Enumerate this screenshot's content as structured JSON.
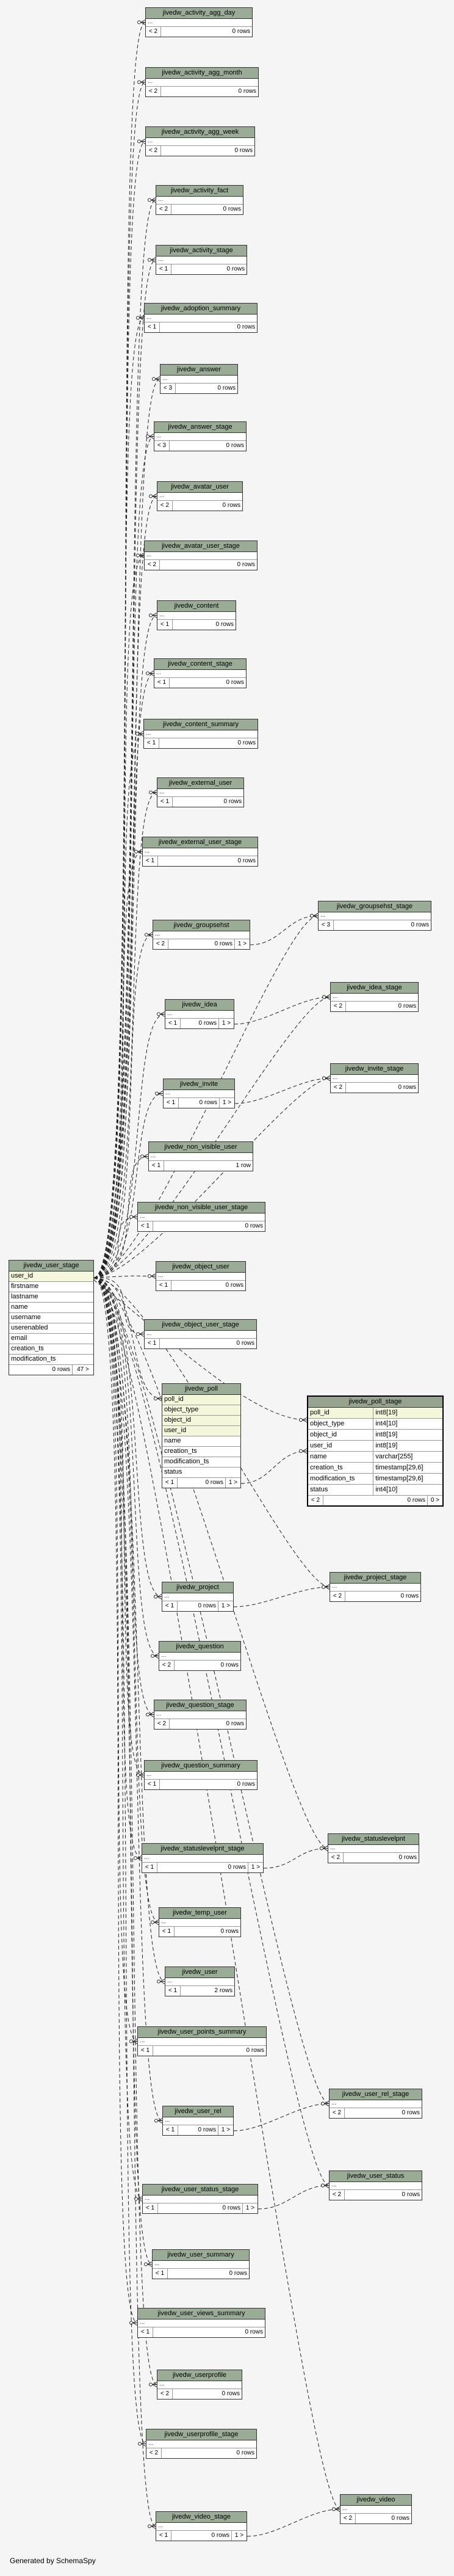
{
  "generated_by": "Generated by SchemaSpy",
  "tables": [
    {
      "id": "agg_day",
      "name": "jivedw_activity_agg_day",
      "parents": "< 2",
      "rows": "0 rows",
      "children": ""
    },
    {
      "id": "agg_month",
      "name": "jivedw_activity_agg_month",
      "parents": "< 2",
      "rows": "0 rows",
      "children": ""
    },
    {
      "id": "agg_week",
      "name": "jivedw_activity_agg_week",
      "parents": "< 2",
      "rows": "0 rows",
      "children": ""
    },
    {
      "id": "activity_fact",
      "name": "jivedw_activity_fact",
      "parents": "< 2",
      "rows": "0 rows",
      "children": ""
    },
    {
      "id": "activity_stage",
      "name": "jivedw_activity_stage",
      "parents": "< 1",
      "rows": "0 rows",
      "children": ""
    },
    {
      "id": "adoption_summary",
      "name": "jivedw_adoption_summary",
      "parents": "< 1",
      "rows": "0 rows",
      "children": ""
    },
    {
      "id": "answer",
      "name": "jivedw_answer",
      "parents": "< 3",
      "rows": "0 rows",
      "children": ""
    },
    {
      "id": "answer_stage",
      "name": "jivedw_answer_stage",
      "parents": "< 3",
      "rows": "0 rows",
      "children": ""
    },
    {
      "id": "avatar_user",
      "name": "jivedw_avatar_user",
      "parents": "< 2",
      "rows": "0 rows",
      "children": ""
    },
    {
      "id": "avatar_user_stage",
      "name": "jivedw_avatar_user_stage",
      "parents": "< 2",
      "rows": "0 rows",
      "children": ""
    },
    {
      "id": "content",
      "name": "jivedw_content",
      "parents": "< 1",
      "rows": "0 rows",
      "children": ""
    },
    {
      "id": "content_stage",
      "name": "jivedw_content_stage",
      "parents": "< 1",
      "rows": "0 rows",
      "children": ""
    },
    {
      "id": "content_summary",
      "name": "jivedw_content_summary",
      "parents": "< 1",
      "rows": "0 rows",
      "children": ""
    },
    {
      "id": "external_user",
      "name": "jivedw_external_user",
      "parents": "< 1",
      "rows": "0 rows",
      "children": ""
    },
    {
      "id": "external_user_stage",
      "name": "jivedw_external_user_stage",
      "parents": "< 1",
      "rows": "0 rows",
      "children": ""
    },
    {
      "id": "groupsehst",
      "name": "jivedw_groupsehst",
      "parents": "< 2",
      "rows": "0 rows",
      "children": "1 >"
    },
    {
      "id": "groupsehst_stage",
      "name": "jivedw_groupsehst_stage",
      "parents": "< 3",
      "rows": "0 rows",
      "children": ""
    },
    {
      "id": "idea",
      "name": "jivedw_idea",
      "parents": "< 1",
      "rows": "0 rows",
      "children": "1 >"
    },
    {
      "id": "idea_stage",
      "name": "jivedw_idea_stage",
      "parents": "< 2",
      "rows": "0 rows",
      "children": ""
    },
    {
      "id": "invite",
      "name": "jivedw_invite",
      "parents": "< 1",
      "rows": "0 rows",
      "children": "1 >"
    },
    {
      "id": "invite_stage",
      "name": "jivedw_invite_stage",
      "parents": "< 2",
      "rows": "0 rows",
      "children": ""
    },
    {
      "id": "non_visible_user",
      "name": "jivedw_non_visible_user",
      "parents": "< 1",
      "rows": "1 row",
      "children": ""
    },
    {
      "id": "non_visible_user_stage",
      "name": "jivedw_non_visible_user_stage",
      "parents": "< 1",
      "rows": "0 rows",
      "children": ""
    },
    {
      "id": "object_user",
      "name": "jivedw_object_user",
      "parents": "< 1",
      "rows": "0 rows",
      "children": ""
    },
    {
      "id": "object_user_stage",
      "name": "jivedw_object_user_stage",
      "parents": "< 1",
      "rows": "0 rows",
      "children": ""
    },
    {
      "id": "project",
      "name": "jivedw_project",
      "parents": "< 1",
      "rows": "0 rows",
      "children": "1 >"
    },
    {
      "id": "project_stage",
      "name": "jivedw_project_stage",
      "parents": "< 2",
      "rows": "0 rows",
      "children": ""
    },
    {
      "id": "question",
      "name": "jivedw_question",
      "parents": "< 2",
      "rows": "0 rows",
      "children": ""
    },
    {
      "id": "question_stage",
      "name": "jivedw_question_stage",
      "parents": "< 2",
      "rows": "0 rows",
      "children": ""
    },
    {
      "id": "question_summary",
      "name": "jivedw_question_summary",
      "parents": "< 1",
      "rows": "0 rows",
      "children": ""
    },
    {
      "id": "statuslevelpnt_stage",
      "name": "jivedw_statuslevelpnt_stage",
      "parents": "< 1",
      "rows": "0 rows",
      "children": "1 >"
    },
    {
      "id": "statuslevelpnt",
      "name": "jivedw_statuslevelpnt",
      "parents": "< 2",
      "rows": "0 rows",
      "children": ""
    },
    {
      "id": "temp_user",
      "name": "jivedw_temp_user",
      "parents": "< 1",
      "rows": "0 rows",
      "children": ""
    },
    {
      "id": "user",
      "name": "jivedw_user",
      "parents": "< 1",
      "rows": "2 rows",
      "children": ""
    },
    {
      "id": "user_points_summary",
      "name": "jivedw_user_points_summary",
      "parents": "< 1",
      "rows": "0 rows",
      "children": ""
    },
    {
      "id": "user_rel",
      "name": "jivedw_user_rel",
      "parents": "< 1",
      "rows": "0 rows",
      "children": "1 >"
    },
    {
      "id": "user_rel_stage",
      "name": "jivedw_user_rel_stage",
      "parents": "< 2",
      "rows": "0 rows",
      "children": ""
    },
    {
      "id": "user_status_stage",
      "name": "jivedw_user_status_stage",
      "parents": "< 1",
      "rows": "0 rows",
      "children": "1 >"
    },
    {
      "id": "user_status",
      "name": "jivedw_user_status",
      "parents": "< 2",
      "rows": "0 rows",
      "children": ""
    },
    {
      "id": "user_summary",
      "name": "jivedw_user_summary",
      "parents": "< 1",
      "rows": "0 rows",
      "children": ""
    },
    {
      "id": "user_views_summary",
      "name": "jivedw_user_views_summary",
      "parents": "< 1",
      "rows": "0 rows",
      "children": ""
    },
    {
      "id": "userprofile",
      "name": "jivedw_userprofile",
      "parents": "< 2",
      "rows": "0 rows",
      "children": ""
    },
    {
      "id": "userprofile_stage",
      "name": "jivedw_userprofile_stage",
      "parents": "< 2",
      "rows": "0 rows",
      "children": ""
    },
    {
      "id": "video_stage",
      "name": "jivedw_video_stage",
      "parents": "< 1",
      "rows": "0 rows",
      "children": "1 >"
    },
    {
      "id": "video",
      "name": "jivedw_video",
      "parents": "< 2",
      "rows": "0 rows",
      "children": ""
    }
  ],
  "user_stage": {
    "name": "jivedw_user_stage",
    "columns": [
      "user_id",
      "firstname",
      "lastname",
      "name",
      "username",
      "userenabled",
      "email",
      "creation_ts",
      "modification_ts"
    ],
    "rows": "0 rows",
    "children": "47 >"
  },
  "poll": {
    "name": "jivedw_poll",
    "columns": [
      "poll_id",
      "object_type",
      "object_id",
      "user_id",
      "name",
      "creation_ts",
      "modification_ts",
      "status"
    ],
    "parents": "< 1",
    "rows": "0 rows",
    "children": "1 >"
  },
  "poll_stage": {
    "name": "jivedw_poll_stage",
    "columns": [
      {
        "name": "poll_id",
        "type": "int8[19]"
      },
      {
        "name": "object_type",
        "type": "int4[10]"
      },
      {
        "name": "object_id",
        "type": "int8[19]"
      },
      {
        "name": "user_id",
        "type": "int8[19]"
      },
      {
        "name": "name",
        "type": "varchar[255]"
      },
      {
        "name": "creation_ts",
        "type": "timestamp[29,6]"
      },
      {
        "name": "modification_ts",
        "type": "timestamp[29,6]"
      },
      {
        "name": "status",
        "type": "int4[10]"
      }
    ],
    "parents": "< 2",
    "rows": "0 rows",
    "children": "0 >"
  },
  "colors": {
    "header": "#9aab96",
    "key_row": "#f4f7da",
    "background": "#f5f5f5"
  }
}
